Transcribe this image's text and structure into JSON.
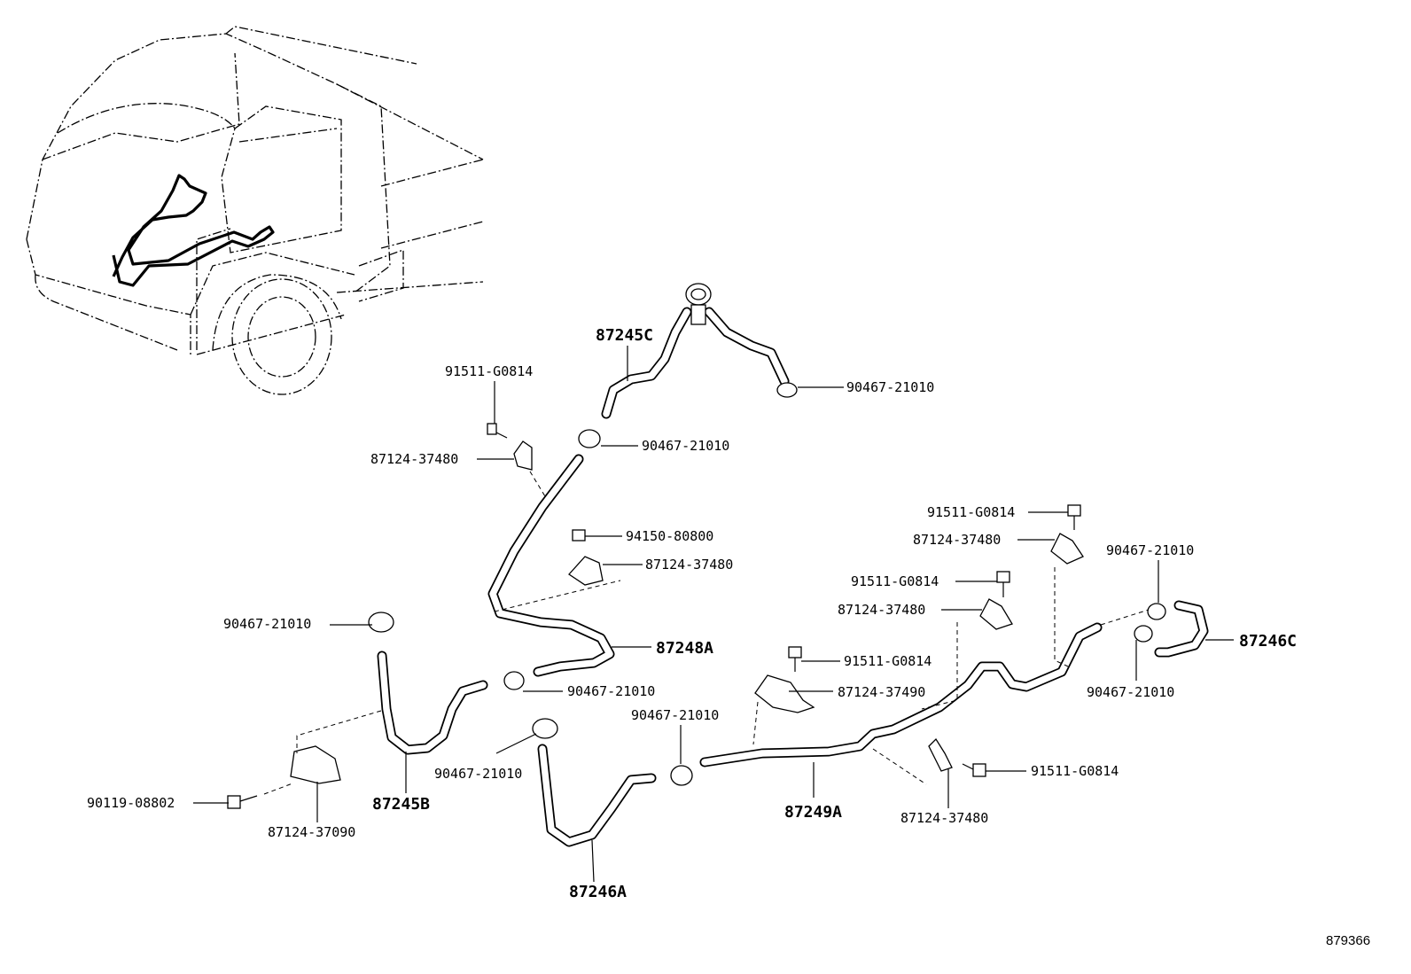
{
  "diagram": {
    "reference_number": "879366",
    "hose_labels": {
      "h_87245C": "87245C",
      "h_87245B": "87245B",
      "h_87248A": "87248A",
      "h_87246A": "87246A",
      "h_87249A": "87249A",
      "h_87246C": "87246C"
    },
    "part_labels": {
      "bolt_top_left": "91511-G0814",
      "clamp_top_right": "90467-21010",
      "clamp_upper_mid": "90467-21010",
      "bracket_upper_left": "87124-37480",
      "nut_mid": "94150-80800",
      "bracket_mid": "87124-37480",
      "clamp_left": "90467-21010",
      "clamp_lower_mid": "90467-21010",
      "clamp_bottom_left": "90467-21010",
      "bolt_bottom_left": "90119-08802",
      "bracket_bottom_left": "87124-37090",
      "bolt_right_top": "91511-G0814",
      "bracket_right_top": "87124-37480",
      "bolt_right_mid": "91511-G0814",
      "bracket_right_mid": "87124-37480",
      "bolt_center": "91511-G0814",
      "bracket_center": "87124-37490",
      "clamp_center": "90467-21010",
      "clamp_far_right_top": "90467-21010",
      "clamp_far_right_bottom": "90467-21010",
      "bolt_right_bottom": "91511-G0814",
      "bracket_right_bottom": "87124-37480"
    }
  }
}
